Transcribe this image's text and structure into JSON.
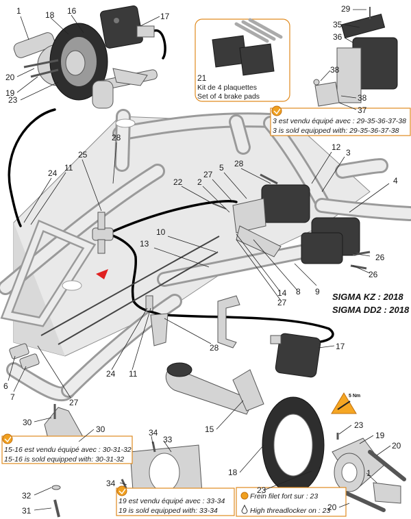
{
  "callouts": {
    "c1a": "1",
    "c16": "16",
    "c17a": "17",
    "c18a": "18",
    "c20a": "20",
    "c19a": "19",
    "c23a": "23",
    "c29": "29",
    "c35": "35",
    "c36": "36",
    "c38a": "38",
    "c38b": "38",
    "c37": "37",
    "c28a": "28",
    "c25": "25",
    "c24a": "24",
    "c11a": "11",
    "c12": "12",
    "c3": "3",
    "c28b": "28",
    "c5": "5",
    "c27a": "27",
    "c22": "22",
    "c2": "2",
    "c4": "4",
    "c10": "10",
    "c13": "13",
    "c26a": "26",
    "c26b": "26",
    "c9": "9",
    "c8": "8",
    "c14": "14",
    "c27b": "27",
    "c17b": "17",
    "c28c": "28",
    "c24b": "24",
    "c11b": "11",
    "c6": "6",
    "c7": "7",
    "c27c": "27",
    "c30a": "30",
    "c30b": "30",
    "c32": "32",
    "c31": "31",
    "c34a": "34",
    "c33": "33",
    "c34b": "34",
    "c15": "15",
    "c18b": "18",
    "c23b": "23",
    "c23c": "23",
    "c19b": "19",
    "c20b": "20",
    "c1b": "1",
    "c20c": "20"
  },
  "pads_kit": {
    "number": "21",
    "fr": "Kit de 4 plaquettes",
    "en": "Set of 4 brake pads"
  },
  "notes": {
    "caliper_fr": "3 est vendu équipé avec : 29-35-36-37-38",
    "caliper_en": "3 is sold equipped with: 29-35-36-37-38",
    "hub_fr": "15-16 est vendu équipé avec : 30-31-32",
    "hub_en": "15-16 is sold equipped with: 30-31-32",
    "carrier_fr": "19 est vendu équipé avec : 33-34",
    "carrier_en": "19 is sold equipped with: 33-34",
    "thread_fr": "Frein filet fort sur : 23",
    "thread_en": "High threadlocker on : 23"
  },
  "models": {
    "kz": "SIGMA KZ : 2018",
    "dd2": "SIGMA DD2 : 2018"
  },
  "torque_label": "5 Nm",
  "colors": {
    "note_border": "#e08a1e",
    "icon_fill": "#f0a020",
    "warning": "#f5a623",
    "marker": "#e02020"
  }
}
